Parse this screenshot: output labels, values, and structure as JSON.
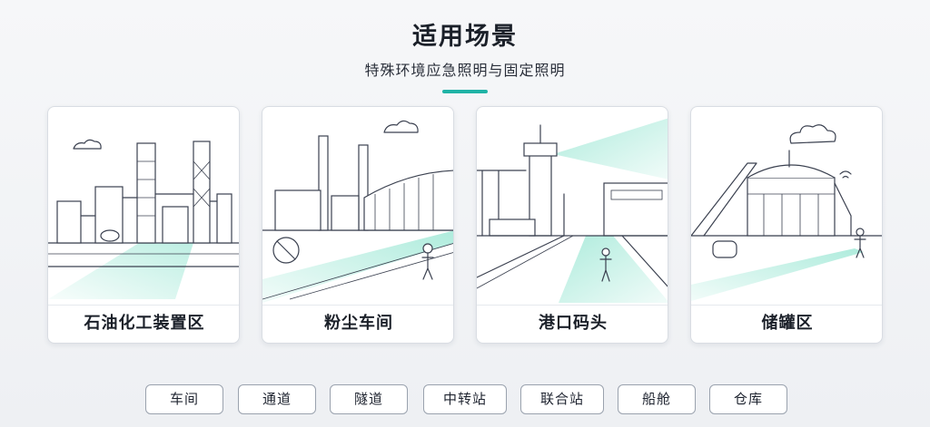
{
  "header": {
    "title": "适用场景",
    "subtitle": "特殊环境应急照明与固定照明"
  },
  "colors": {
    "accent": "#1fb3a6",
    "light_beam": "#7fe0c8"
  },
  "scenes": [
    {
      "label": "石油化工装置区",
      "icon": "petrochemical-plant-illustration"
    },
    {
      "label": "粉尘车间",
      "icon": "dust-workshop-illustration"
    },
    {
      "label": "港口码头",
      "icon": "port-terminal-illustration"
    },
    {
      "label": "储罐区",
      "icon": "storage-tank-illustration"
    }
  ],
  "tags": [
    "车间",
    "通道",
    "隧道",
    "中转站",
    "联合站",
    "船舱",
    "仓库"
  ]
}
